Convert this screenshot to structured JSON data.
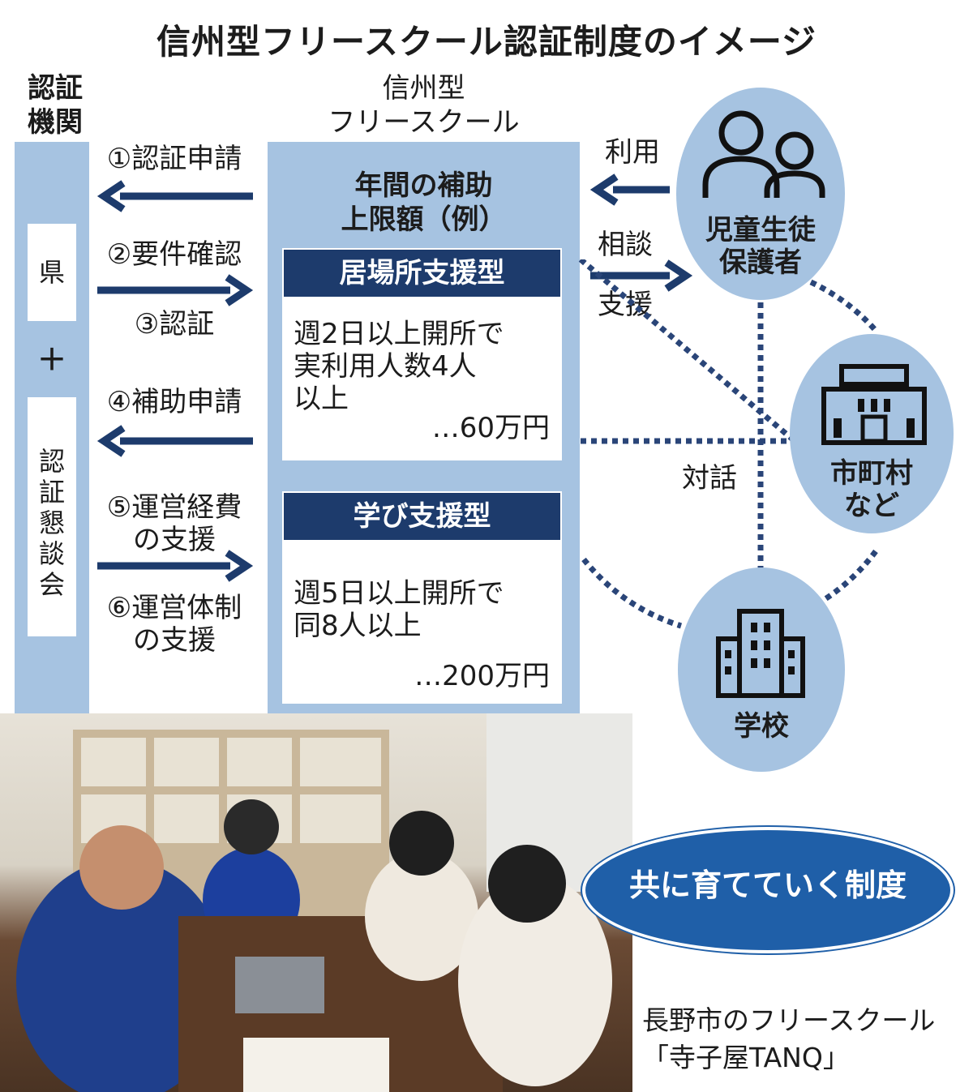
{
  "title": "信州型フリースクール認証制度のイメージ",
  "left_column": {
    "heading": [
      "認証",
      "機関"
    ],
    "pref": "県",
    "plus": "＋",
    "council": [
      "認",
      "証",
      "懇",
      "談",
      "会"
    ]
  },
  "steps": {
    "s1": "①認証申請",
    "s2": "②要件確認",
    "s3": "③認証",
    "s4": "④補助申請",
    "s5a": "⑤運営経費",
    "s5b": "の支援",
    "s6a": "⑥運営体制",
    "s6b": "の支援"
  },
  "center": {
    "heading": [
      "信州型",
      "フリースクール"
    ],
    "subsidy_heading": [
      "年間の補助",
      "上限額（例）"
    ],
    "type1": {
      "label": "居場所支援型",
      "lines": [
        "週2日以上開所で",
        "実利用人数4人",
        "以上"
      ],
      "amount": "…60万円"
    },
    "type2": {
      "label": "学び支援型",
      "lines": [
        "週5日以上開所で",
        "同8人以上"
      ],
      "amount": "…200万円"
    }
  },
  "relations": {
    "use": "利用",
    "consult": "相談",
    "support": "支援",
    "dialogue": "対話"
  },
  "circles": {
    "students": [
      "児童生徒",
      "保護者"
    ],
    "municipality": [
      "市町村",
      "など"
    ],
    "school": "学校"
  },
  "slogan": "共に育てていく制度",
  "photo_caption": [
    "長野市のフリースクール",
    "「寺子屋TANQ」"
  ],
  "colors": {
    "panel": "#a6c3e1",
    "navy": "#1d3b6c",
    "slogan": "#1f5fa8",
    "dots": "#2a4578"
  },
  "icons": [
    "people-icon",
    "building-icon",
    "school-icon",
    "arrow-left-icon",
    "arrow-right-icon"
  ]
}
